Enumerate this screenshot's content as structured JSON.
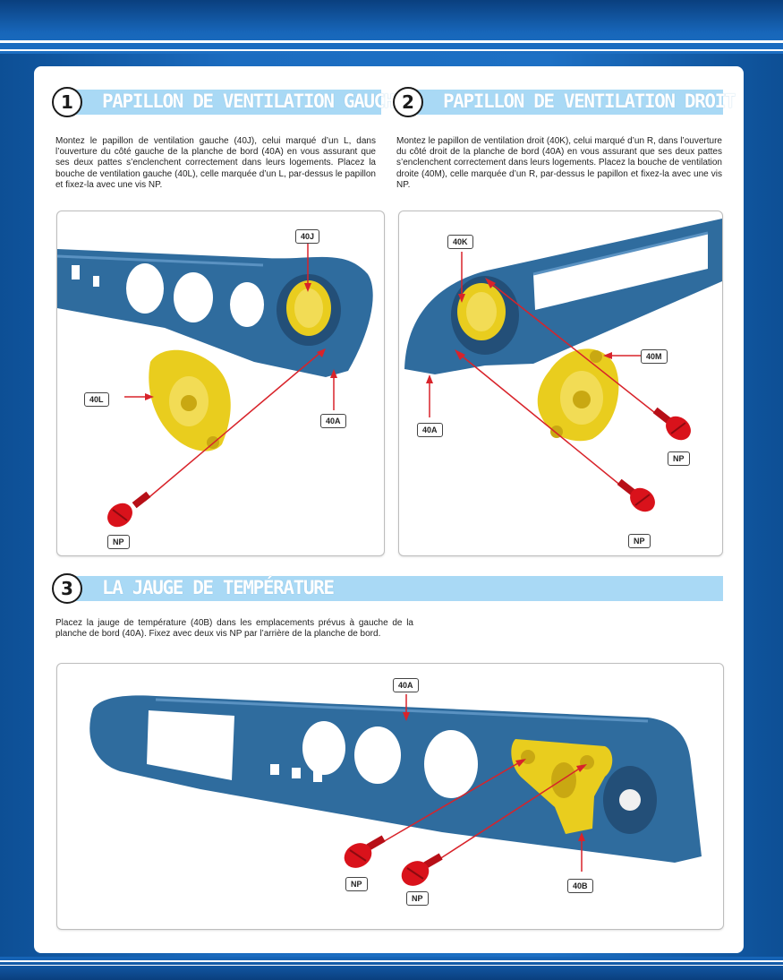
{
  "steps": [
    {
      "number": "1",
      "title": "PAPILLON DE VENTILATION GAUCHE",
      "text": "Montez le papillon de ventilation gauche (40J), celui marqué d’un L, dans l’ouverture du côté gauche de la planche de bord (40A) en vous assurant que ses deux pattes s’enclenchent correctement dans leurs logements. Placez la bouche de ventilation gauche (40L), celle marquée d’un L, par-dessus le papillon et fixez-la avec une vis NP.",
      "labels": [
        "40J",
        "40L",
        "40A",
        "NP"
      ]
    },
    {
      "number": "2",
      "title": "PAPILLON DE VENTILATION DROIT",
      "text": "Montez le papillon de ventilation droit (40K), celui marqué d’un R, dans l’ouverture du côté droit de la planche de bord (40A) en vous assurant que ses deux pattes s’enclenchent correctement dans leurs logements. Placez la bouche de ventilation droite (40M), celle marquée d’un R, par-dessus le papillon et fixez-la avec une vis NP.",
      "labels": [
        "40K",
        "40M",
        "40A",
        "NP",
        "NP"
      ]
    },
    {
      "number": "3",
      "title": "LA JAUGE DE TEMPÉRATURE",
      "text": "Placez la jauge de température (40B) dans les emplacements prévus à gauche de la planche de bord (40A). Fixez avec deux vis NP par l’arrière de la planche de bord.",
      "labels": [
        "40A",
        "NP",
        "NP",
        "40B"
      ]
    }
  ],
  "colors": {
    "dashboard_blue": "#2f6c9e",
    "part_yellow": "#e9cd1e",
    "screw_red": "#d9121b",
    "arrow_red": "#d8232a",
    "step_bar": "#a9d9f5",
    "page_blue": "#1d70c4"
  }
}
